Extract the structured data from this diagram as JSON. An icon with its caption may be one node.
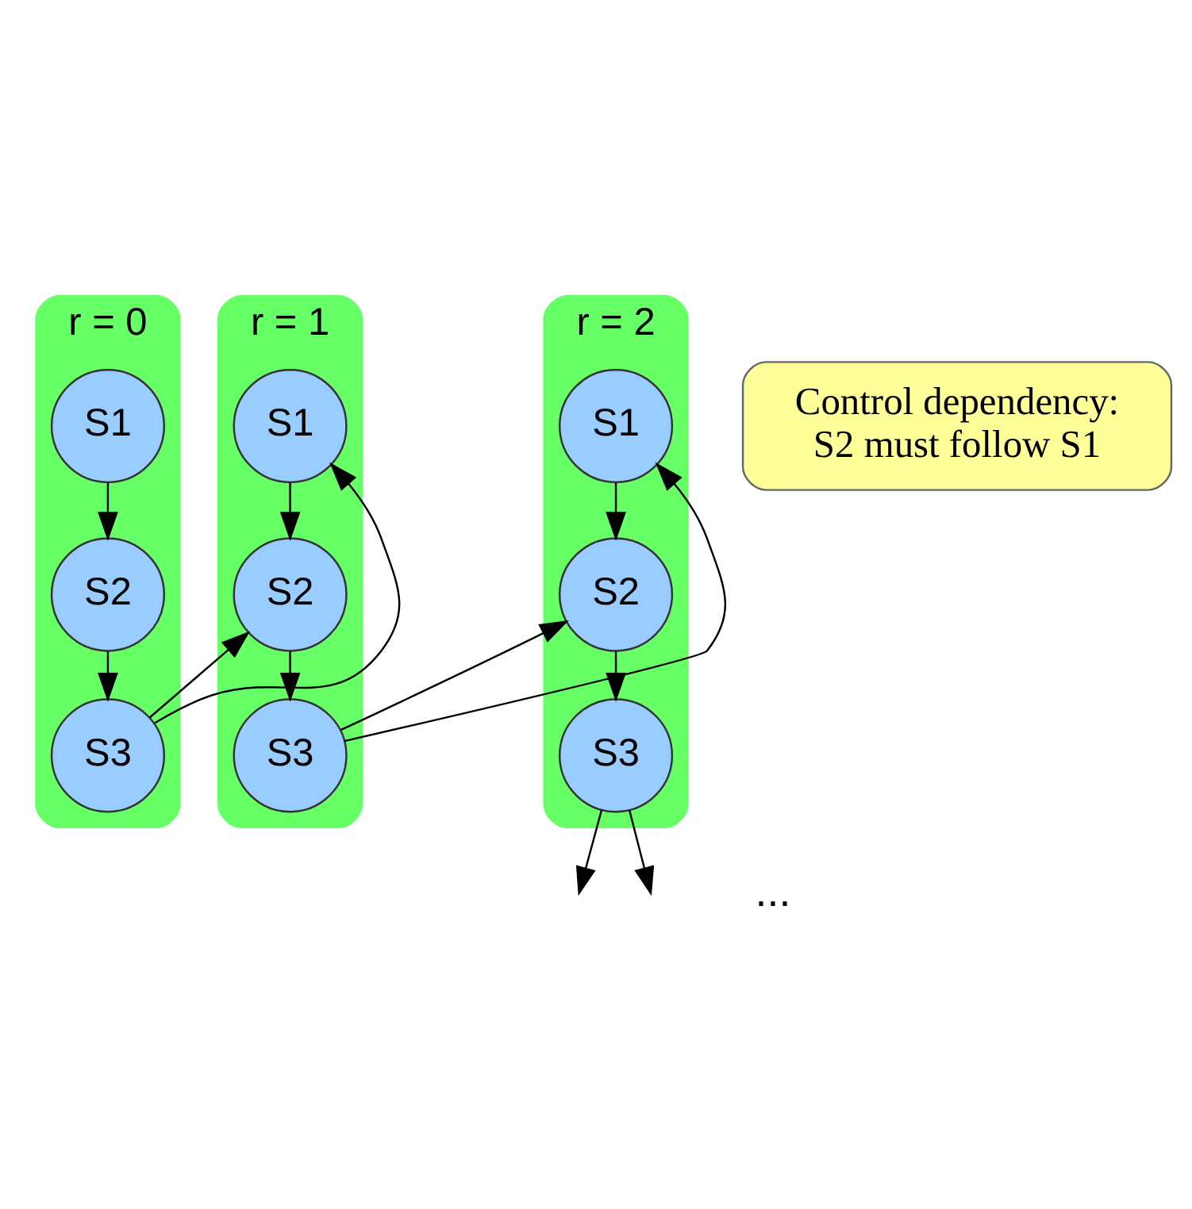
{
  "diagram": {
    "nodes": [
      {
        "text": [
          "r = 0"
        ]
      },
      {
        "text": [
          "S1"
        ],
        "in": 0
      },
      {
        "text": [
          "S2"
        ],
        "in": 0
      },
      {
        "text": [
          "S3"
        ],
        "in": 0
      },
      {
        "text": [
          "r = 1"
        ]
      },
      {
        "text": [
          "S1"
        ],
        "in": 4
      },
      {
        "text": [
          "S2"
        ],
        "in": 4
      },
      {
        "text": [
          "S3"
        ],
        "in": 4
      },
      {
        "text": [
          "r = 2"
        ]
      },
      {
        "text": [
          "S1"
        ],
        "in": 8
      },
      {
        "text": [
          "S2"
        ],
        "in": 8
      },
      {
        "text": [
          "S3"
        ],
        "in": 8
      },
      {
        "text": [
          "Control dependency: S2 must follow S1"
        ]
      }
    ],
    "edges": [
      {
        "from": 1,
        "to": 2,
        "arrow": "to"
      },
      {
        "from": 2,
        "to": 3,
        "arrow": "to"
      },
      {
        "from": 3,
        "to": 5,
        "arrow": "to"
      },
      {
        "from": 3,
        "to": 6,
        "arrow": "to"
      },
      {
        "from": 5,
        "to": 6,
        "arrow": "to"
      },
      {
        "from": 6,
        "to": 7,
        "arrow": "to"
      },
      {
        "from": 7,
        "to": 9,
        "arrow": "to"
      },
      {
        "from": 7,
        "to": 10,
        "arrow": "to"
      },
      {
        "from": 9,
        "to": 10,
        "arrow": "to"
      },
      {
        "from": 10,
        "to": 11,
        "arrow": "to"
      },
      {
        "from": 11,
        "to": null,
        "arrow": "to"
      },
      {
        "from": 11,
        "to": null,
        "arrow": "to"
      }
    ],
    "labels": [
      "..."
    ]
  }
}
